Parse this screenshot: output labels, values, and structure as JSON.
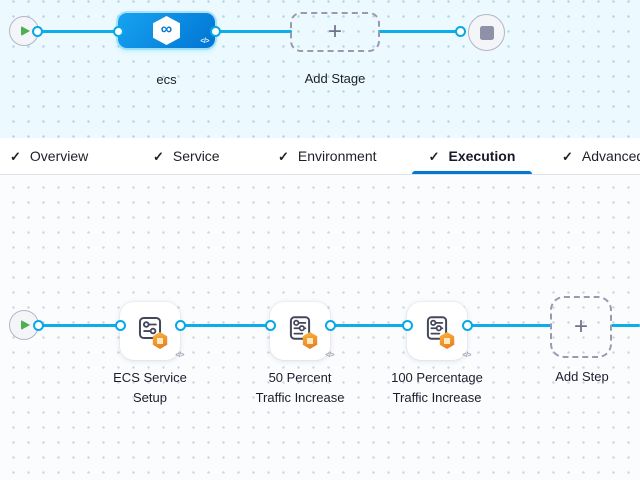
{
  "stage_canvas": {
    "start_node": {
      "icon": "play-icon"
    },
    "stage": {
      "name": "ecs",
      "icon": "harness-deploy-hexagon-icon",
      "hex_glyph": "∞",
      "code_toggle": "</>"
    },
    "add_stage": {
      "label": "Add Stage",
      "plus_glyph": "+"
    },
    "end_node": {
      "icon": "stop-icon"
    }
  },
  "tabs": {
    "check_glyph": "✓",
    "items": [
      {
        "label": "Overview",
        "checked": true,
        "active": false
      },
      {
        "label": "Service",
        "checked": true,
        "active": false
      },
      {
        "label": "Environment",
        "checked": true,
        "active": false
      },
      {
        "label": "Execution",
        "checked": true,
        "active": true
      },
      {
        "label": "Advanced",
        "checked": true,
        "active": false
      }
    ]
  },
  "execution_canvas": {
    "start_node": {
      "icon": "play-icon"
    },
    "steps": [
      {
        "label_line1": "ECS Service",
        "label_line2": "Setup",
        "icon": "sliders-square-icon",
        "badge": "aws-ecs-orange-hexagon",
        "code_toggle": "</>"
      },
      {
        "label_line1": "50 Percent",
        "label_line2": "Traffic Increase",
        "icon": "sliders-square-icon",
        "badge": "aws-ecs-orange-hexagon",
        "code_toggle": "</>"
      },
      {
        "label_line1": "100 Percentage",
        "label_line2": "Traffic Increase",
        "icon": "sliders-square-icon",
        "badge": "aws-ecs-orange-hexagon",
        "code_toggle": "</>"
      }
    ],
    "add_step": {
      "label": "Add Step",
      "plus_glyph": "+"
    }
  },
  "colors": {
    "connector": "#0badea",
    "stage_gradient_start": "#17a3f1",
    "stage_gradient_end": "#0277d4",
    "tab_underline": "#0278d5",
    "play_green": "#4cb051",
    "stop_gray": "#8e91a8",
    "badge_orange": "#e97d1e",
    "canvas_top_bg": "#ecf9fe",
    "canvas_bottom_bg": "#fbfcfe"
  }
}
